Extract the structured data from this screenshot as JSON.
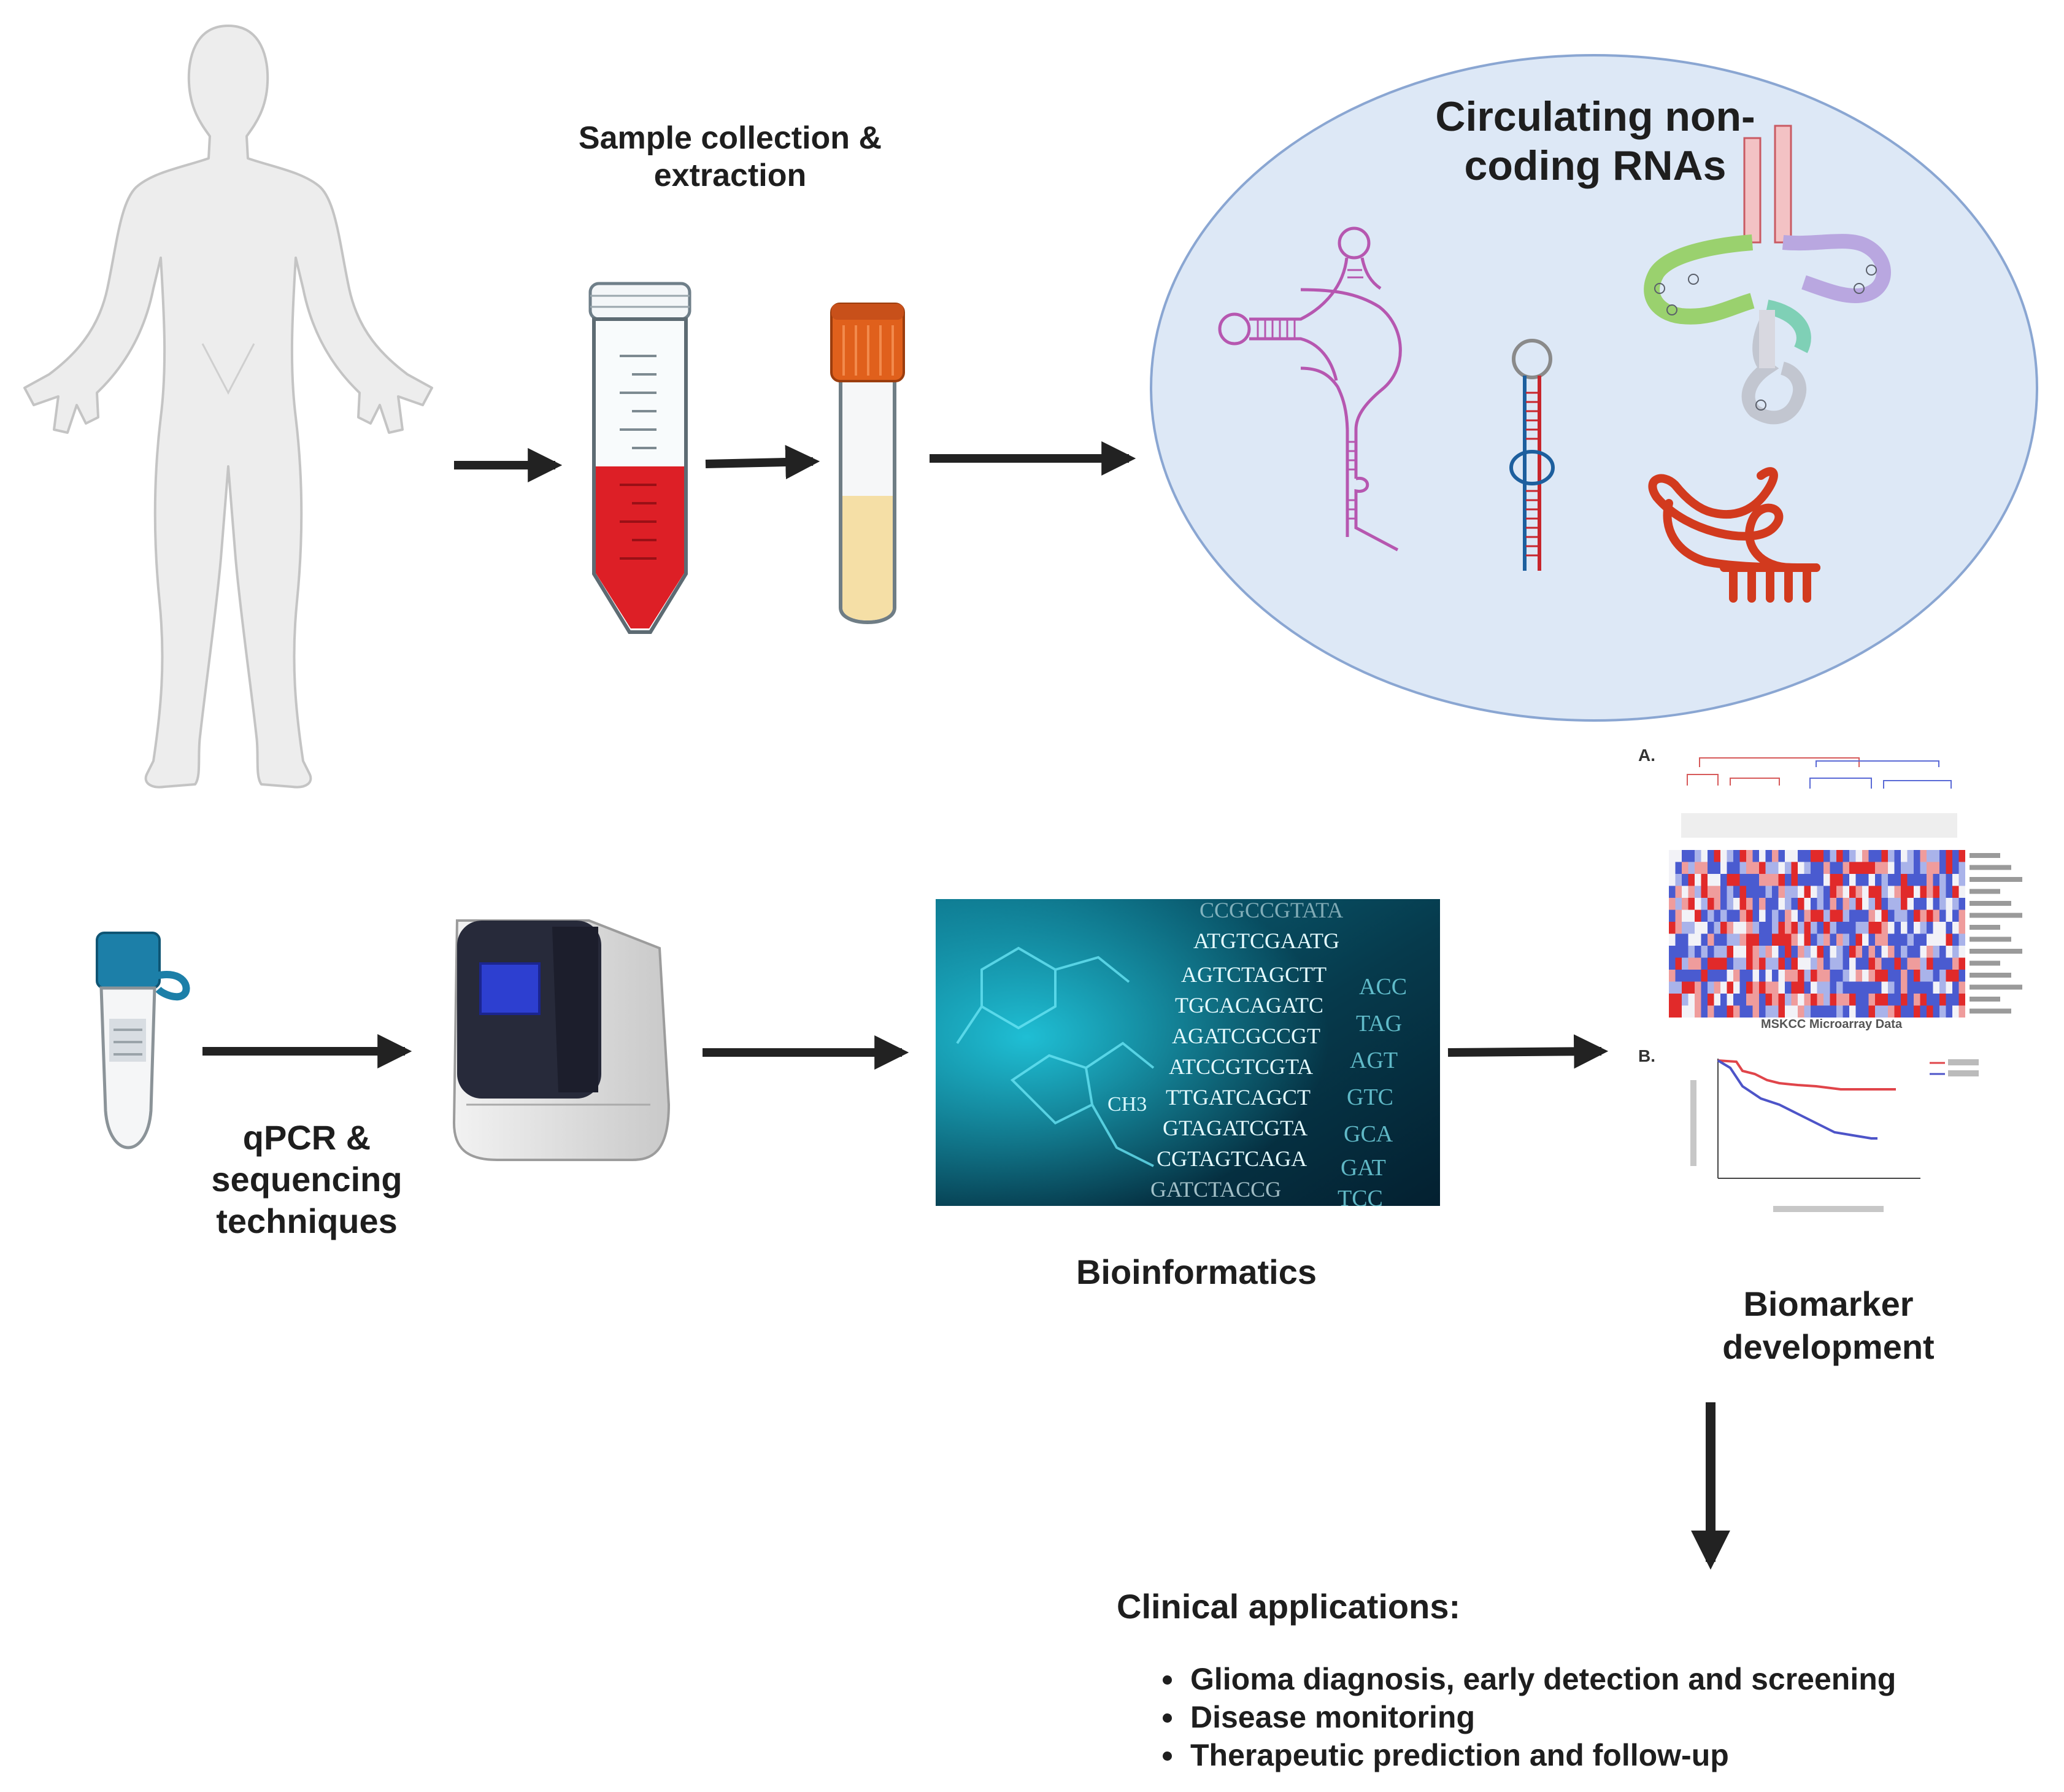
{
  "labels": {
    "sample_collection": [
      "Sample collection &",
      "extraction"
    ],
    "circulating": [
      "Circulating non-",
      "coding RNAs"
    ],
    "qpcr": [
      "qPCR &",
      "sequencing",
      "techniques"
    ],
    "bioinformatics": "Bioinformatics",
    "biomarker": [
      "Biomarker",
      "development"
    ]
  },
  "clinical": {
    "title": "Clinical applications:",
    "items": [
      "Glioma diagnosis, early detection and screening",
      "Disease monitoring",
      "Therapeutic prediction and follow-up"
    ]
  },
  "dna_panel": {
    "sequences": [
      "CCGCCGTATA",
      "ATGTCGAATG",
      "AGTCTAGCTT",
      "TGCACAGATC",
      "AGATCGCCGT",
      "ATCCGTCGTA",
      "TTGATCAGCT",
      "GTAGATCGTA",
      "CGTAGTCAGA",
      "GATCTACCG"
    ],
    "side_sequences": [
      "ACC",
      "TAG",
      "AGT",
      "GTC",
      "GCA",
      "GAT",
      "TCC"
    ],
    "formula": "CH3"
  },
  "figure_panel": {
    "panel_a": "A.",
    "panel_b": "B.",
    "heatmap_title": "MSKCC Microarray Data"
  },
  "colors": {
    "arrow": "#222222",
    "ellipse_fill": "#dde8f6",
    "ellipse_stroke": "#8aa6d2",
    "blood": "#dd1f26",
    "serum": "#f5dfa6",
    "cap_orange": "#e0601c",
    "cap_blue": "#1c7fa8",
    "mirna_magenta": "#b657b0",
    "rna_red": "#d23a1e",
    "dna_teal": "#0fa9c2"
  }
}
